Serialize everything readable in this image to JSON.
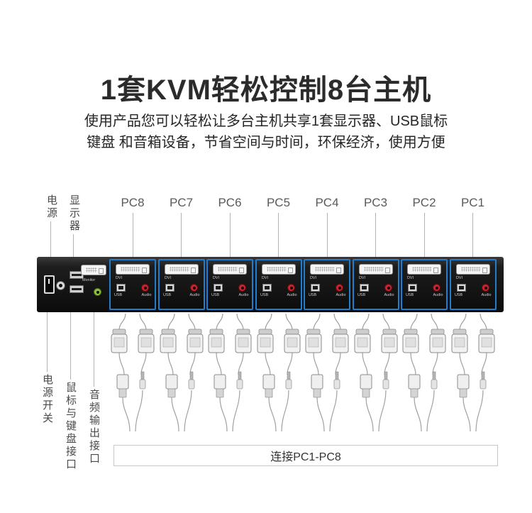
{
  "title": "1套KVM轻松控制8台主机",
  "subtitle": {
    "line1": "使用产品您可以轻松让多台主机共享1套显示器、USB鼠标",
    "line2": "键盘 和音箱设备，节省空间与时间，环保经济，使用方便"
  },
  "pc_labels": [
    "PC8",
    "PC7",
    "PC6",
    "PC5",
    "PC4",
    "PC3",
    "PC2",
    "PC1"
  ],
  "device": {
    "console_labels": {
      "power": "电源",
      "monitor": "显示器"
    },
    "bottom_labels": {
      "power_switch": "电源开关",
      "mouse_keyboard": "鼠标与键盘接口",
      "audio_out": "音频输出接口"
    },
    "port_labels": {
      "dvi": "DVI",
      "usb": "USB",
      "audio": "Audio"
    },
    "monitor_port_label": "Monitor"
  },
  "bracket_label": "连接PC1-PC8",
  "colors": {
    "highlight": "#1e7fd0",
    "audio_jack": "#c9242b",
    "audio_out_jack": "#8bc53f"
  }
}
